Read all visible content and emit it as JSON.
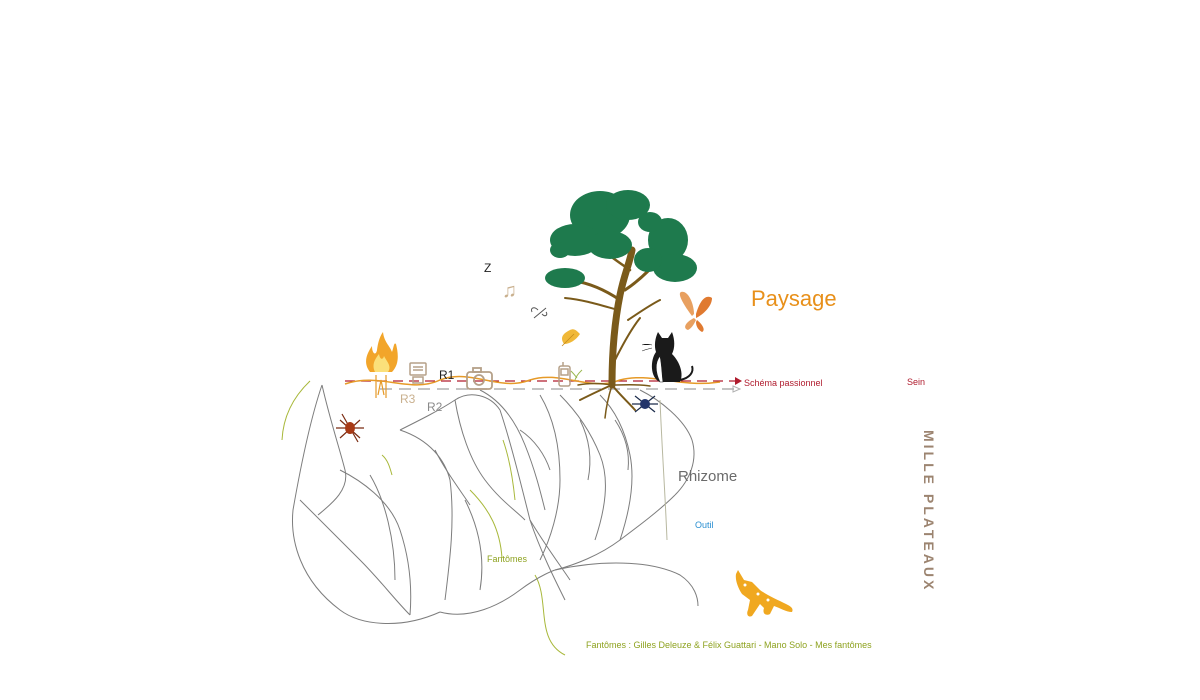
{
  "labels": {
    "paysage": "Paysage",
    "rhizome": "Rhizome",
    "outil": "Outil",
    "fantomes": "Fantômes",
    "credits": "Fantômes : Gilles Deleuze & Félix Guattari - Mano Solo - Mes fantômes",
    "schema": "Schéma passionnel",
    "sein": "Sein",
    "r1": "R1",
    "r2": "R2",
    "r3": "R3",
    "z": "Z",
    "mille_plateaux": "MILLE PLATEAUX"
  },
  "icons": {
    "music": "♫"
  },
  "colors": {
    "paysage": "#e8901a",
    "rhizome": "#6b6b6b",
    "outil": "#2a8fd1",
    "fantomes": "#8ea21f",
    "schema": "#b01c2e",
    "mille": "#9c8470",
    "tree_foliage": "#1e7a4d",
    "tree_trunk": "#7a5a1a"
  }
}
